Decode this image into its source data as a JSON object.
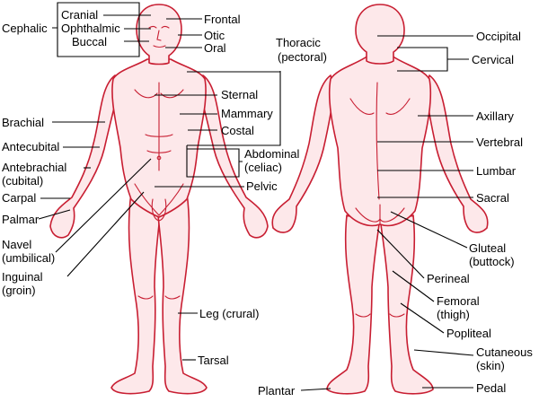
{
  "labels": {
    "cephalic": "Cephalic",
    "cranial": "Cranial",
    "frontal": "Frontal",
    "ophthalmic": "Ophthalmic",
    "otic": "Otic",
    "buccal": "Buccal",
    "oral": "Oral",
    "thoracic_1": "Thoracic",
    "thoracic_2": "(pectoral)",
    "sternal": "Sternal",
    "brachial": "Brachial",
    "mammary": "Mammary",
    "costal": "Costal",
    "antecubital": "Antecubital",
    "abdominal_1": "Abdominal",
    "abdominal_2": "(celiac)",
    "antebrachial_1": "Antebrachial",
    "antebrachial_2": "(cubital)",
    "pelvic": "Pelvic",
    "carpal": "Carpal",
    "palmar": "Palmar",
    "navel_1": "Navel",
    "navel_2": "(umbilical)",
    "inguinal_1": "Inguinal",
    "inguinal_2": "(groin)",
    "leg": "Leg (crural)",
    "tarsal": "Tarsal",
    "plantar": "Plantar",
    "occipital": "Occipital",
    "cervical": "Cervical",
    "axillary": "Axillary",
    "vertebral": "Vertebral",
    "lumbar": "Lumbar",
    "sacral": "Sacral",
    "gluteal_1": "Gluteal",
    "gluteal_2": "(buttock)",
    "perineal": "Perineal",
    "femoral_1": "Femoral",
    "femoral_2": "(thigh)",
    "popliteal": "Popliteal",
    "cutaneous_1": "Cutaneous",
    "cutaneous_2": "(skin)",
    "pedal": "Pedal"
  },
  "colors": {
    "body_fill": "#fde8ea",
    "body_outline": "#c81e32",
    "leader": "#000000"
  }
}
